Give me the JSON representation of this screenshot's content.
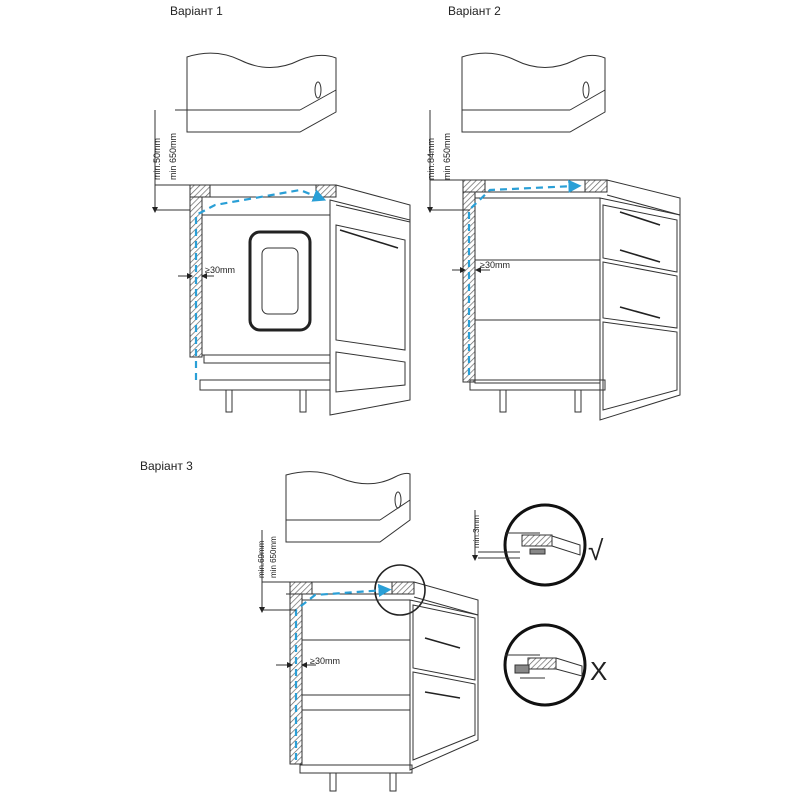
{
  "variants": [
    {
      "title": "Варіант 1",
      "gap_label": "min.50mm",
      "height_label": "min 650mm",
      "side_label": "≥30mm"
    },
    {
      "title": "Варіант 2",
      "gap_label": "min.84mm",
      "height_label": "min 650mm",
      "side_label": "≥30mm"
    },
    {
      "title": "Варіант 3",
      "gap_label": "min.69mm",
      "height_label": "min 650mm",
      "side_label": "≥30mm"
    }
  ],
  "detail": {
    "gap_label": "min.3mm",
    "correct_mark": "√",
    "wrong_mark": "X"
  },
  "colors": {
    "airflow": "#2a9fd6",
    "line": "#333333"
  }
}
